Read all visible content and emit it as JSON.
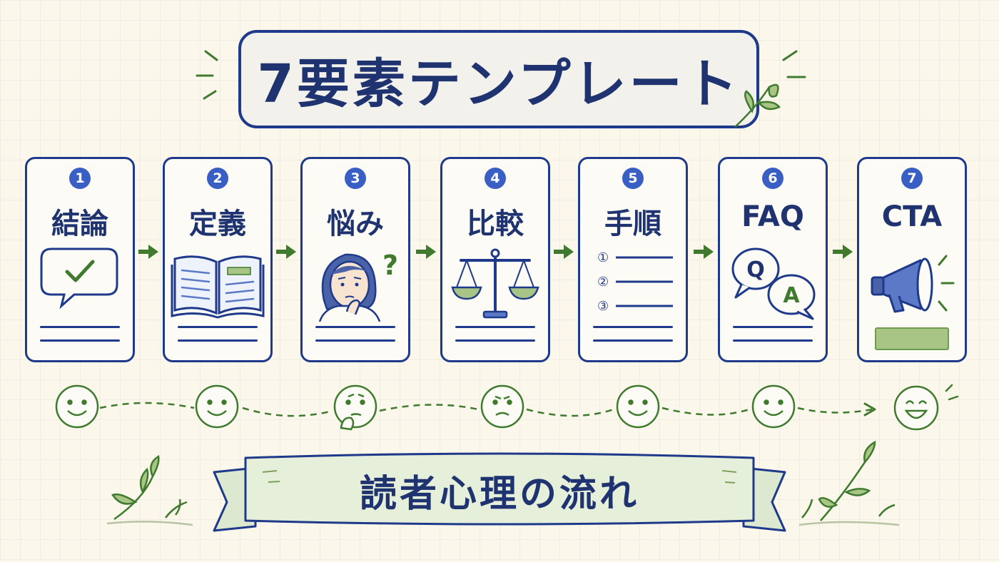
{
  "title": "7要素テンプレート",
  "steps": [
    {
      "number": "1",
      "label": "結論",
      "icon": "check-speech-bubble-icon"
    },
    {
      "number": "2",
      "label": "定義",
      "icon": "open-book-icon"
    },
    {
      "number": "3",
      "label": "悩み",
      "icon": "thinking-woman-icon"
    },
    {
      "number": "4",
      "label": "比較",
      "icon": "balance-scale-icon"
    },
    {
      "number": "5",
      "label": "手順",
      "icon": "numbered-list-icon",
      "list_numbers": [
        "①",
        "②",
        "③"
      ]
    },
    {
      "number": "6",
      "label": "FAQ",
      "icon": "qa-bubbles-icon",
      "q": "Q",
      "a": "A"
    },
    {
      "number": "7",
      "label": "CTA",
      "icon": "megaphone-icon"
    }
  ],
  "faces": [
    "smile",
    "smile",
    "thinking",
    "neutral",
    "smile",
    "smile",
    "happy"
  ],
  "banner": "読者心理の流れ",
  "colors": {
    "navy": "#1f3a8a",
    "green": "#3f7a2e",
    "leaf": "#a9c585",
    "paper": "#fbf7ea"
  }
}
